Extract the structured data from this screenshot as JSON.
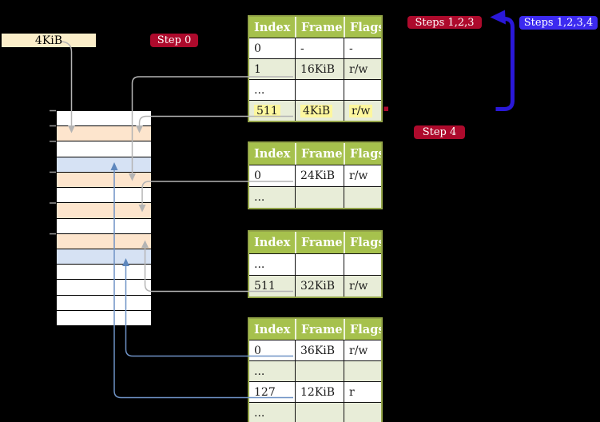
{
  "labels": {
    "frame_size": "4KiB",
    "step_0": "Step 0",
    "step_4": "Step 4",
    "steps_123": "Steps 1,2,3",
    "steps_1234": "Steps 1,2,3,4"
  },
  "colors": {
    "table_header_green": "#a6c14d",
    "table_row_green": "#e8edd8",
    "table_border": "#94a548",
    "highlight_yellow": "#fdf79e",
    "frame_label_cream": "#fbeec9",
    "badge_red": "#ad0a2c",
    "badge_blue": "#3c2af0",
    "arrow_blue": "#2a18d8",
    "connector_gray": "#b4b4b4",
    "connector_blue": "#6e92c5",
    "memory_orange": "#fde5cd",
    "memory_blue": "#d6e2f4",
    "memory_white": "#ffffff"
  },
  "memory": {
    "rows": [
      "white",
      "orange",
      "white",
      "blue",
      "orange",
      "white",
      "orange",
      "white",
      "orange",
      "blue",
      "white",
      "white",
      "white",
      "white"
    ]
  },
  "tables": [
    {
      "name": "page-table-1",
      "headers": [
        "Index",
        "Frame",
        "Flags"
      ],
      "rows": [
        {
          "cells": [
            "0",
            "-",
            "-"
          ]
        },
        {
          "cells": [
            "1",
            "16KiB",
            "r/w"
          ]
        },
        {
          "cells": [
            "...",
            "",
            ""
          ]
        },
        {
          "cells": [
            "511",
            "4KiB",
            "r/w"
          ],
          "highlight": true
        }
      ]
    },
    {
      "name": "page-table-2",
      "headers": [
        "Index",
        "Frame",
        "Flags"
      ],
      "rows": [
        {
          "cells": [
            "0",
            "24KiB",
            "r/w"
          ]
        },
        {
          "cells": [
            "...",
            "",
            ""
          ]
        }
      ]
    },
    {
      "name": "page-table-3",
      "headers": [
        "Index",
        "Frame",
        "Flags"
      ],
      "rows": [
        {
          "cells": [
            "...",
            "",
            ""
          ]
        },
        {
          "cells": [
            "511",
            "32KiB",
            "r/w"
          ]
        }
      ]
    },
    {
      "name": "page-table-4",
      "headers": [
        "Index",
        "Frame",
        "Flags"
      ],
      "rows": [
        {
          "cells": [
            "0",
            "36KiB",
            "r/w"
          ]
        },
        {
          "cells": [
            "...",
            "",
            ""
          ]
        },
        {
          "cells": [
            "127",
            "12KiB",
            "r"
          ]
        },
        {
          "cells": [
            "...",
            "",
            ""
          ]
        }
      ]
    }
  ]
}
